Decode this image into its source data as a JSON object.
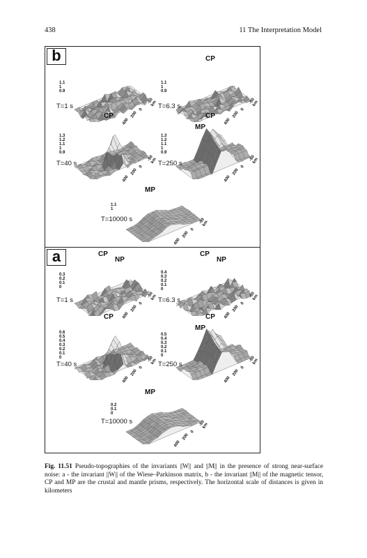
{
  "header": {
    "page_number": "438",
    "running_head": "11 The Interpretation Model"
  },
  "figure": {
    "panels": [
      {
        "label": "b",
        "plots": [
          {
            "period": "T=1 s",
            "markers": [],
            "zticks": [
              "1.1",
              "1",
              "0.9"
            ],
            "xticks": [
              "400",
              "200",
              "0",
              "-50 km"
            ]
          },
          {
            "period": "T=6.3 s",
            "markers": [
              "CP"
            ],
            "zticks": [
              "1.1",
              "1",
              "0.9"
            ],
            "xticks": [
              "400",
              "200",
              "0",
              "-50 km"
            ]
          },
          {
            "period": "T=40 s",
            "markers": [
              "CP"
            ],
            "zticks": [
              "1.3",
              "1.2",
              "1.1",
              "1",
              "0.9"
            ],
            "xticks": [
              "400",
              "200",
              "0",
              "-50 km"
            ]
          },
          {
            "period": "T=250 s",
            "markers": [
              "CP",
              "MP"
            ],
            "zticks": [
              "1.3",
              "1.2",
              "1.1",
              "1",
              "0.9"
            ],
            "xticks": [
              "400",
              "200",
              "0",
              "-50 km"
            ]
          },
          {
            "period": "T=10000 s",
            "markers": [
              "MP"
            ],
            "zticks": [
              "1.1",
              "1"
            ],
            "xticks": [
              "400",
              "200",
              "0",
              "-50 km"
            ]
          }
        ]
      },
      {
        "label": "a",
        "plots": [
          {
            "period": "T=1 s",
            "markers": [
              "CP",
              "NP"
            ],
            "zticks": [
              "0.3",
              "0.2",
              "0.1",
              "0"
            ],
            "xticks": [
              "400",
              "200",
              "0",
              "-50 km"
            ]
          },
          {
            "period": "T=6.3 s",
            "markers": [
              "CP",
              "NP"
            ],
            "zticks": [
              "0.4",
              "0.3",
              "0.2",
              "0.1",
              "0"
            ],
            "xticks": [
              "400",
              "200",
              "0",
              "-50 km"
            ]
          },
          {
            "period": "T=40 s",
            "markers": [
              "CP"
            ],
            "zticks": [
              "0.6",
              "0.5",
              "0.4",
              "0.3",
              "0.2",
              "0.1",
              "0"
            ],
            "xticks": [
              "400",
              "200",
              "0",
              "-50 km"
            ]
          },
          {
            "period": "T=250 s",
            "markers": [
              "CP",
              "MP"
            ],
            "zticks": [
              "0.5",
              "0.4",
              "0.3",
              "0.2",
              "0.1",
              "0"
            ],
            "xticks": [
              "400",
              "200",
              "0",
              "-50 km"
            ]
          },
          {
            "period": "T=10000 s",
            "markers": [
              "MP"
            ],
            "zticks": [
              "0.2",
              "0.1",
              "0"
            ],
            "xticks": [
              "400",
              "200",
              "0",
              "-50 km"
            ]
          }
        ]
      }
    ]
  },
  "caption": {
    "label": "Fig. 11.51",
    "text": "Pseudo-topographies of the invariants ||W|| and ||M|| in the presence of strong near-surface noise: a - the invariant ||W|| of the Wiese–Parkinson matrix, b - the invariant ||M|| of the magnetic tensor, CP and MP are the crustal and mantle prisms, respectively. The horizontal scale of distances is given in kilometers"
  },
  "colors": {
    "surface_light": "#d8d8d8",
    "surface_dark": "#6a6a6a",
    "frame": "#222222"
  }
}
